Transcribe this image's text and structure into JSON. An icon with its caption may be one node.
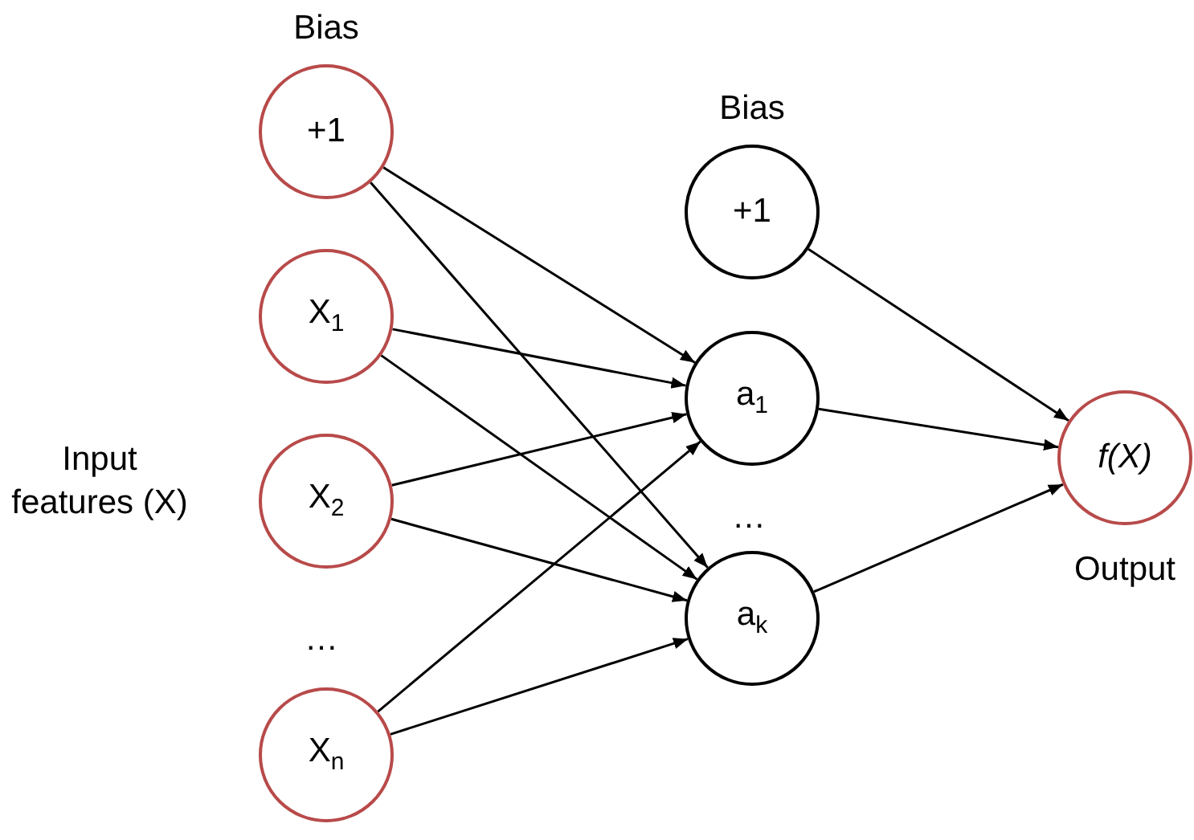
{
  "diagram": {
    "nodes": [
      {
        "text": [
          "+1"
        ],
        "beside": [
          "Bias"
        ]
      },
      {
        "text": [
          "X$_{1}$"
        ]
      },
      {
        "text": [
          "X$_{2}$"
        ]
      },
      {
        "text": [
          "X$_{n}$"
        ]
      },
      {
        "text": [
          "+1"
        ],
        "beside": [
          "Bias"
        ]
      },
      {
        "text": [
          "a$_{1}$"
        ]
      },
      {
        "text": [
          "a$_{k}$"
        ]
      },
      {
        "text": [
          "f(X)"
        ],
        "beside": [
          "Output"
        ]
      }
    ],
    "edges": [
      {
        "from": 0,
        "to": 5,
        "arrow": "to"
      },
      {
        "from": 0,
        "to": 6,
        "arrow": "to"
      },
      {
        "from": 1,
        "to": 5,
        "arrow": "to"
      },
      {
        "from": 1,
        "to": 6,
        "arrow": "to"
      },
      {
        "from": 2,
        "to": 5,
        "arrow": "to"
      },
      {
        "from": 2,
        "to": 6,
        "arrow": "to"
      },
      {
        "from": 3,
        "to": 5,
        "arrow": "to"
      },
      {
        "from": 3,
        "to": 6,
        "arrow": "to"
      },
      {
        "from": 4,
        "to": 7,
        "arrow": "to"
      },
      {
        "from": 5,
        "to": 7,
        "arrow": "to"
      },
      {
        "from": 6,
        "to": 7,
        "arrow": "to"
      }
    ],
    "labels": [
      "Input features (X)",
      "…",
      "…"
    ]
  }
}
